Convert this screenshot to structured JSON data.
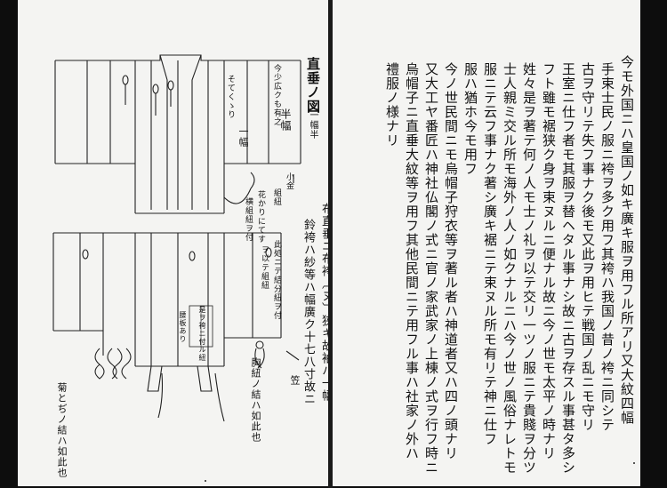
{
  "book": {
    "left_page": {
      "heading": "直垂ノ図",
      "measure_one_width": "一幅半",
      "description_cols": [
        "布直垂ニ布袴〔ヌ〕狭キ故袖ハ一幅",
        "鈴袴ハ紗等ハ幅廣ク十七八寸故ニ"
      ],
      "annotations": {
        "sode_kukuri": "そてくゝり",
        "half_width_label": "今少広クも有之",
        "han_haba": "半幅",
        "ichi_haba": "一幅",
        "kumi_himo": "組紐",
        "hana_note": "花かりにてす",
        "yoko_note": "横組紐ヲ付",
        "kogane": "小金",
        "hang_note": "此処ニテ結分紐ヲ付",
        "tsuke_note": "ヲ以テ組紐",
        "hakama_note": "是ヲ袴ニ付ル紐",
        "waist_note": "腰板あり",
        "mune_himo": "胸紐ノ結ハ如此也",
        "kiku_toji": "菊とぢノ結ハ如此也",
        "sho": "笠"
      }
    },
    "right_page": {
      "columns": [
        "今モ外国ニハ皇国ノ如キ廣キ服ヲ用フル所アリ又大紋四幅",
        "手束士民ノ服ニ袴ヲ多ク用フ其袴ハ我国ノ昔ノ袴ニ同シテ",
        "古ヲ守リテ失フ事ナク後モ又此ヲ用ヒテ戦国ノ乱ニモ守リ",
        "王室ニ仕フ者モ其服ヲ替ヘタル事ナシ故ニ古ヲ存スル事甚タ多シ",
        "フト雖モ裾狭ク身ヲ束ヌルニ便ナル故ニ今ノ世モ太平ノ時ナリ",
        "姓々是ヲ著テ何ノ人モ士ノ礼ヲ以テ交リ一ツノ服ニテ貴賤ヲ分ツ",
        "士人親ミ交ル所モ海外ノ人ノ如クナルニハ今ノ世ノ風俗ナレトモ",
        "服ニテ云フ事ナク著シ廣キ裾ニテ束ヌル所モ有リテ神ニ仕フ",
        "服ハ猶ホ今モ用フ",
        "今ノ世民間ニモ烏帽子狩衣等ヲ著ル者ハ神道者又ハ四ノ頭ナリ",
        "又大工ヤ番匠ハ神社仏閣ノ式ニ官ノ家武家ノ上棟ノ式ヲ行フ時ニ",
        "烏帽子ニ直垂大紋等ヲ用フ其他民間ニテ用フル事ハ社家ノ外ハ",
        "禮服ノ様ナリ"
      ]
    }
  }
}
